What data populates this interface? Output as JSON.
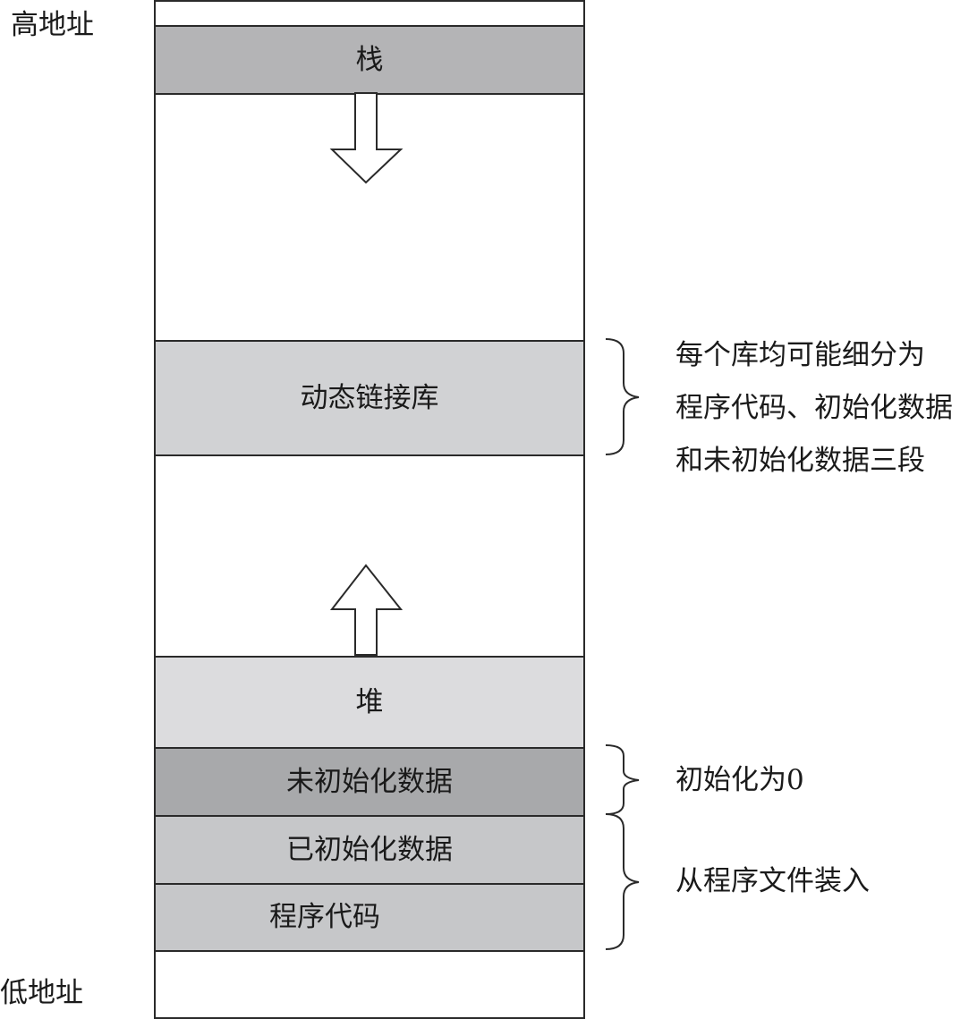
{
  "address_labels": {
    "high": "高地址",
    "low": "低地址"
  },
  "segments": {
    "stack": "栈",
    "shared_libs": "动态链接库",
    "heap": "堆",
    "bss": "未初始化数据",
    "data": "已初始化数据",
    "text": "程序代码"
  },
  "notes": {
    "shared_libs_note": {
      "line1": "每个库均可能细分为",
      "line2": "程序代码、初始化数据",
      "line3": "和未初始化数据三段"
    },
    "bss_note": "初始化为0",
    "loaded_note": "从程序文件装入"
  },
  "colors": {
    "stack": "#b4b4b6",
    "shared_libs": "#d1d2d4",
    "heap": "#dcdcde",
    "bss": "#a8a9ab",
    "data": "#c6c7c9",
    "text": "#c6c7c9",
    "border": "#2a2a2a"
  },
  "icons": {
    "stack_growth": "arrow-down-icon",
    "heap_growth": "arrow-up-icon",
    "brace": "right-curly-brace-icon"
  }
}
